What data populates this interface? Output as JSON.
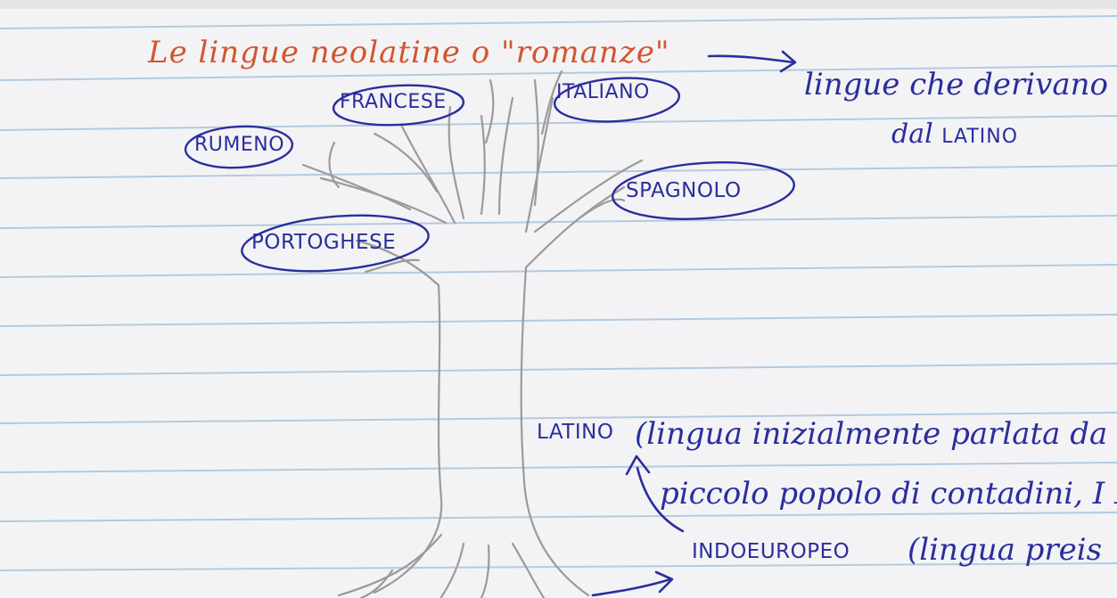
{
  "colors": {
    "paper": "#f3f3f5",
    "rule_line": "#a8c3dc",
    "ink_blue": "#2a2e9c",
    "ink_red": "#d3552e",
    "pencil": "#9b9b9b"
  },
  "title": "Le lingue neolatine o \"romanze\"",
  "side_note": {
    "line1": "lingue che derivano",
    "line2_prefix": "dal",
    "line2_caps": "LATINO"
  },
  "tree_labels": {
    "rumeno": "RUMENO",
    "francese": "FRANCESE",
    "italiano": "ITALIANO",
    "spagnolo": "SPAGNOLO",
    "portoghese": "PORTOGHESE"
  },
  "bottom_notes": {
    "latino_label": "LATINO",
    "latino_text_line1": "(lingua inizialmente parlata da",
    "latino_text_line2": "piccolo popolo di contadini, I LAT",
    "indoeuropeo_label": "INDOEUROPEO",
    "indoeuropeo_text": "(lingua preis"
  }
}
